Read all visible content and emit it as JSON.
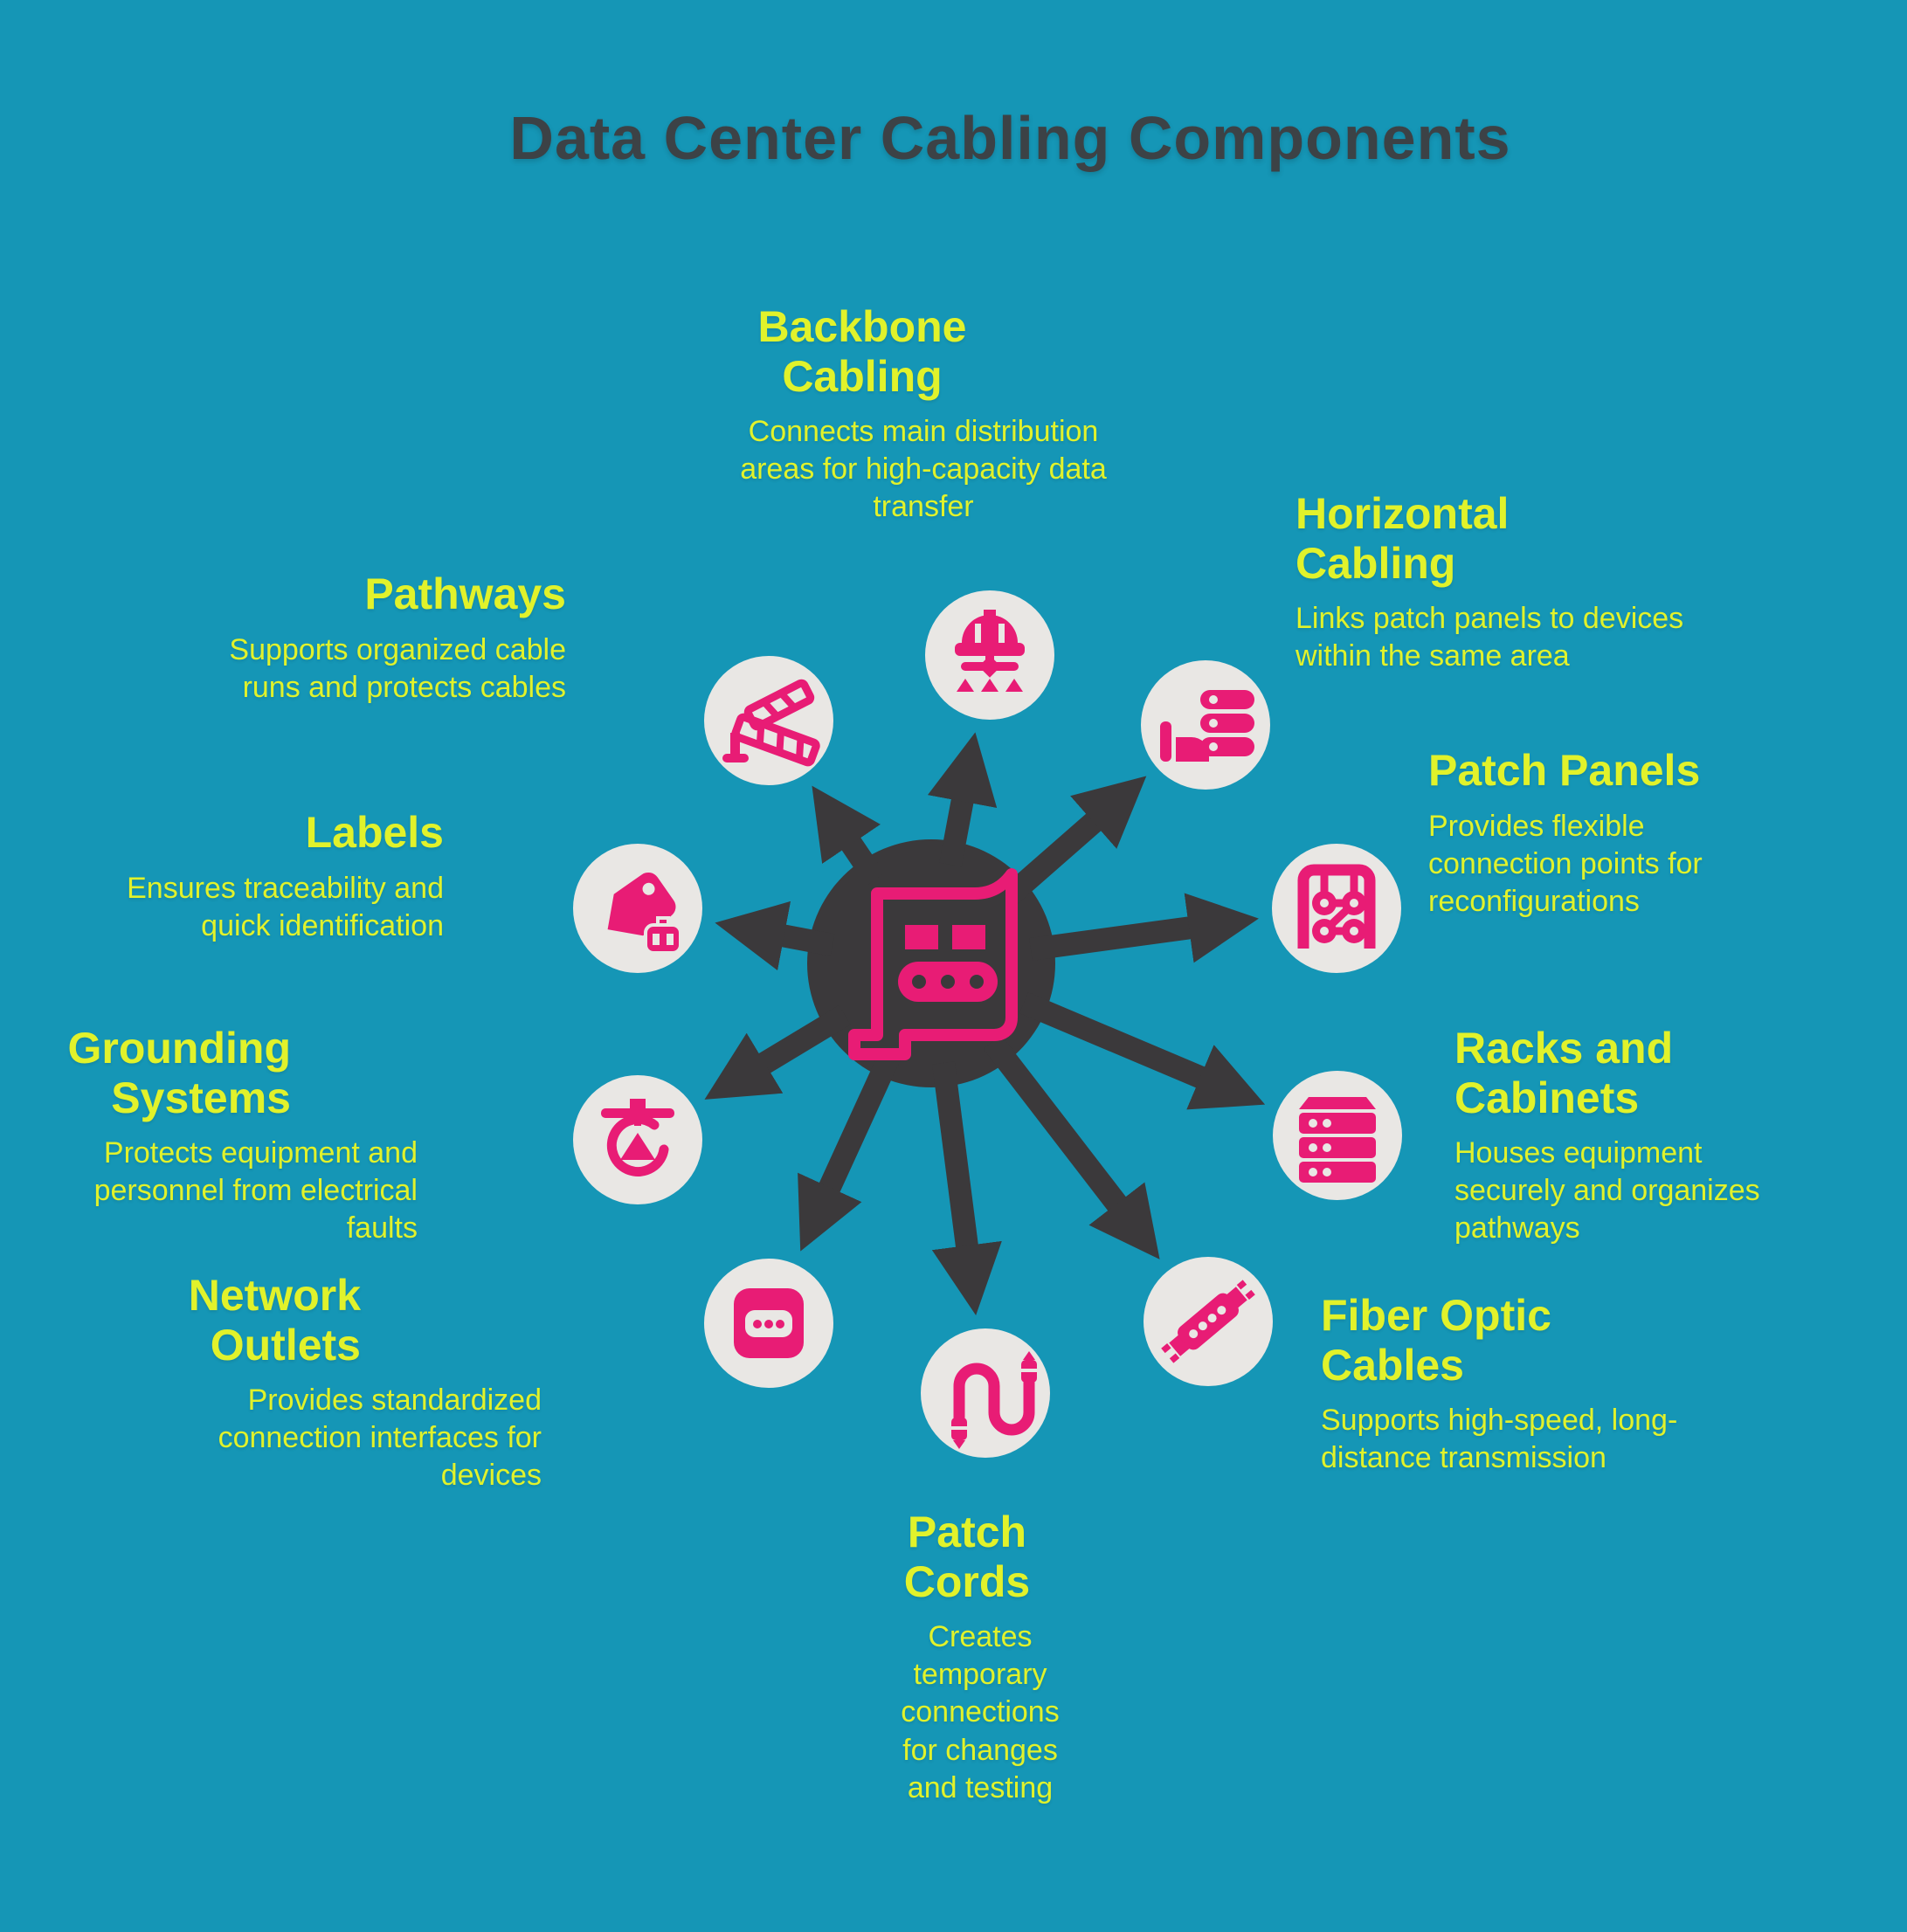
{
  "title": "Data Center Cabling Components",
  "colors": {
    "background": "#1596B6",
    "yellow": "#E1F22B",
    "pink": "#E81C75",
    "dark": "#3B393B",
    "title-dark": "#3C4246",
    "circle-bg": "#E9E7E4"
  },
  "center": {
    "icon": "cabling-blueprint-icon"
  },
  "items": [
    {
      "id": "backbone-cabling",
      "label": "Backbone Cabling",
      "description": "Connects main distribution areas for high-capacity data transfer",
      "icon": "network-tree-icon"
    },
    {
      "id": "horizontal-cabling",
      "label": "Horizontal Cabling",
      "description": "Links patch panels to devices within the same area",
      "icon": "hand-holding-servers-icon"
    },
    {
      "id": "patch-panels",
      "label": "Patch Panels",
      "description": "Provides flexible connection points for reconfigurations",
      "icon": "patch-panel-ports-icon"
    },
    {
      "id": "racks-and-cabinets",
      "label": "Racks and Cabinets",
      "description": "Houses equipment securely and organizes pathways",
      "icon": "server-rack-icon"
    },
    {
      "id": "fiber-optic-cables",
      "label": "Fiber Optic Cables",
      "description": "Supports high-speed, long-distance transmission",
      "icon": "fiber-cable-icon"
    },
    {
      "id": "patch-cords",
      "label": "Patch Cords",
      "description": "Creates temporary connections for changes and testing",
      "icon": "patch-cord-icon"
    },
    {
      "id": "network-outlets",
      "label": "Network Outlets",
      "description": "Provides standardized connection interfaces for devices",
      "icon": "wall-outlet-icon"
    },
    {
      "id": "grounding-systems",
      "label": "Grounding Systems",
      "description": "Protects equipment and personnel from electrical faults",
      "icon": "grounding-symbol-icon"
    },
    {
      "id": "labels",
      "label": "Labels",
      "description": "Ensures traceability and quick identification",
      "icon": "tag-icon"
    },
    {
      "id": "pathways",
      "label": "Pathways",
      "description": "Supports organized cable runs and protects cables",
      "icon": "cable-tray-icon"
    }
  ]
}
